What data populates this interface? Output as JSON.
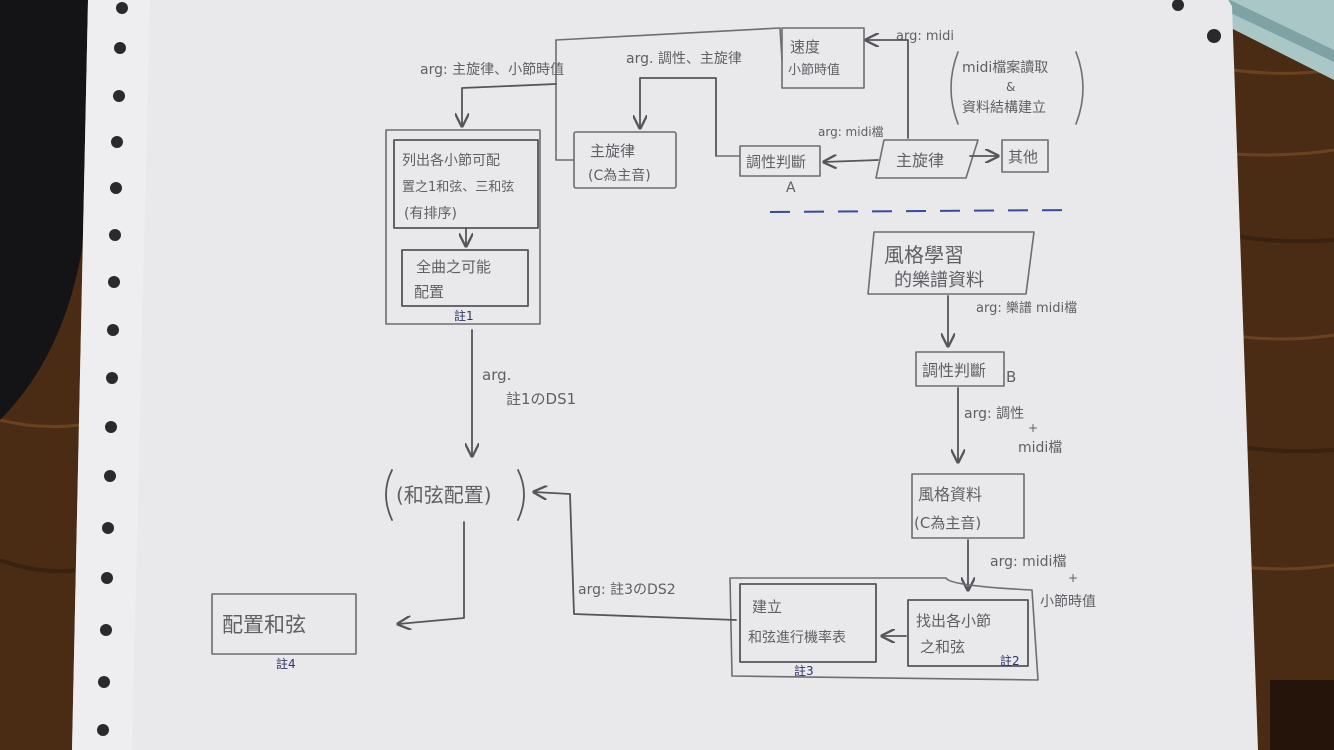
{
  "top": {
    "tempo_box": {
      "line1": "速度",
      "line2": "小節時值"
    },
    "arg_midi_top": "arg: midi",
    "parse_note": {
      "line1": "midi檔案讀取",
      "amp": "&",
      "line2": "資料結構建立"
    },
    "arg_melody_duration": "arg: 主旋律、小節時值",
    "arg_key_melody": "arg. 調性、主旋律",
    "melody_c_box": {
      "line1": "主旋律",
      "line2": "(C為主音)"
    },
    "key_detect_a": {
      "label": "調性判斷",
      "suffix": "A"
    },
    "arg_midi_file": "arg: midi檔",
    "melody_box": "主旋律",
    "other_box": "其他"
  },
  "left": {
    "chord_list_box": {
      "line1": "列出各小節可配",
      "line2": "置之1和弦、三和弦",
      "line3": "(有排序)"
    },
    "possible_box": {
      "line1": "全曲之可能",
      "line2": "配置"
    },
    "note1": "註1",
    "arg_ds1": {
      "line1": "arg.",
      "line2": "註1のDS1"
    },
    "chord_assign": "(和弦配置)",
    "assign_box": "配置和弦",
    "note4": "註4"
  },
  "right": {
    "style_learn_box": {
      "line1": "風格學習",
      "line2": "的樂譜資料"
    },
    "arg_score_midi": "arg: 樂譜 midi檔",
    "key_detect_b": {
      "label": "調性判斷",
      "suffix": "B"
    },
    "arg_key_midi": {
      "line1": "arg: 調性",
      "plus": "+",
      "line2": "midi檔"
    },
    "style_data_box": {
      "line1": "風格資料",
      "line2": "(C為主音)"
    },
    "arg_midi_duration": {
      "line1": "arg: midi檔",
      "plus": "+",
      "line2": "小節時值"
    },
    "find_chords_box": {
      "line1": "找出各小節",
      "line2": "之和弦"
    },
    "note2": "註2",
    "build_table_box": {
      "line1": "建立",
      "line2": "和弦進行機率表"
    },
    "note3": "註3",
    "arg_ds2": "arg: 註3のDS2"
  }
}
